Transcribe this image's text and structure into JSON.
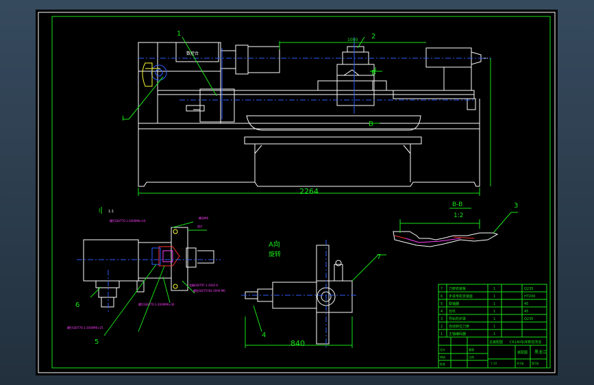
{
  "drawing": {
    "dim_overall_length": "2264",
    "dim_bottom_width": "840",
    "dim_small_top": "1000",
    "view_a_label": "A向",
    "view_a_sub": "旋转",
    "section_label": "B-B",
    "section_scale": "1:2",
    "section_marker_top": "B",
    "section_marker_bottom": "B",
    "detail_scale_mark": "I",
    "detail_scale_value": "1:1",
    "headstock_plate": "数控台",
    "callouts": [
      "1",
      "2",
      "3",
      "4",
      "5",
      "6",
      "7",
      "I"
    ],
    "detail_notes": [
      "螺钉GB/T70.1-2000M6×16",
      "螺母M6",
      "垫片",
      "垫圈GB/T97.1-2002-6",
      "螺栓GB/T5782-2000 M6",
      "螺钉GB/T70.1-2000M6×30",
      "螺钉GB/T70.1-2000M6×25"
    ]
  },
  "title_block": {
    "rows": [
      {
        "no": "7",
        "name": "刀架安装板",
        "qty": "1",
        "material": "Q235"
      },
      {
        "no": "6",
        "name": "步进电机安装座",
        "qty": "1",
        "material": "HT200"
      },
      {
        "no": "5",
        "name": "联轴器",
        "qty": "1",
        "material": "45"
      },
      {
        "no": "4",
        "name": "丝杠",
        "qty": "1",
        "material": "45"
      },
      {
        "no": "3",
        "name": "导轨防护罩",
        "qty": "1",
        "material": "Q235"
      },
      {
        "no": "2",
        "name": "自动转位刀架",
        "qty": "1",
        "material": ""
      },
      {
        "no": "1",
        "name": "主轴编码器",
        "qty": "1",
        "material": ""
      }
    ],
    "assembly_label": "总装配图",
    "title": "C6140车床数控改造",
    "drawing_no": "装配图",
    "scale": "1:10",
    "sheet_count": "共1张",
    "sheet_no": "第1张",
    "school": "黑龙江",
    "designer_label": "设计",
    "checker_label": "审核",
    "approver_label": "批准",
    "weight_label": "重量",
    "ratio_label": "比例"
  }
}
